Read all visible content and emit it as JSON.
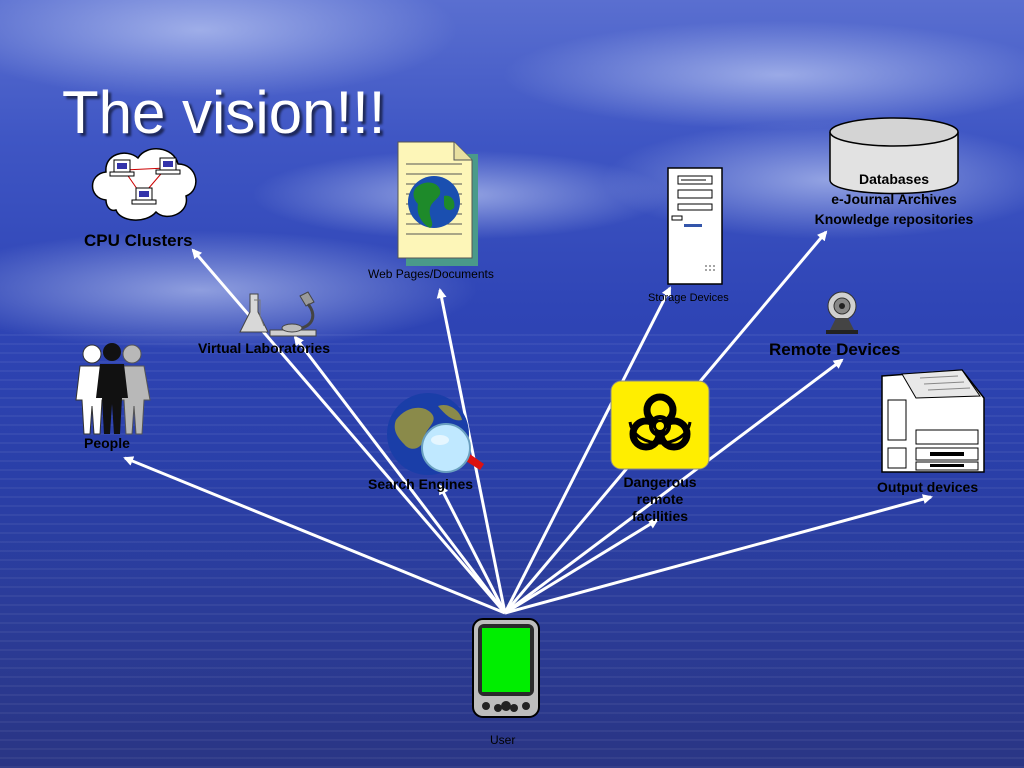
{
  "slide": {
    "title": "The vision!!!"
  },
  "nodes": {
    "cpu_clusters": "CPU Clusters",
    "web_pages": "Web Pages/Documents",
    "storage_devices": "Storage Devices",
    "databases_line1": "Databases",
    "databases_line2": "e-Journal Archives",
    "databases_line3": "Knowledge repositories",
    "virtual_labs": "Virtual Laboratories",
    "remote_devices": "Remote Devices",
    "people": "People",
    "search_engines": "Search Engines",
    "dangerous_line1": "Dangerous",
    "dangerous_line2": "remote",
    "dangerous_line3": "facilities",
    "output_devices": "Output devices",
    "user": "User"
  },
  "colors": {
    "arrow": "#ffffff",
    "hazard": "#ffee00",
    "pda_screen": "#00ee00"
  }
}
